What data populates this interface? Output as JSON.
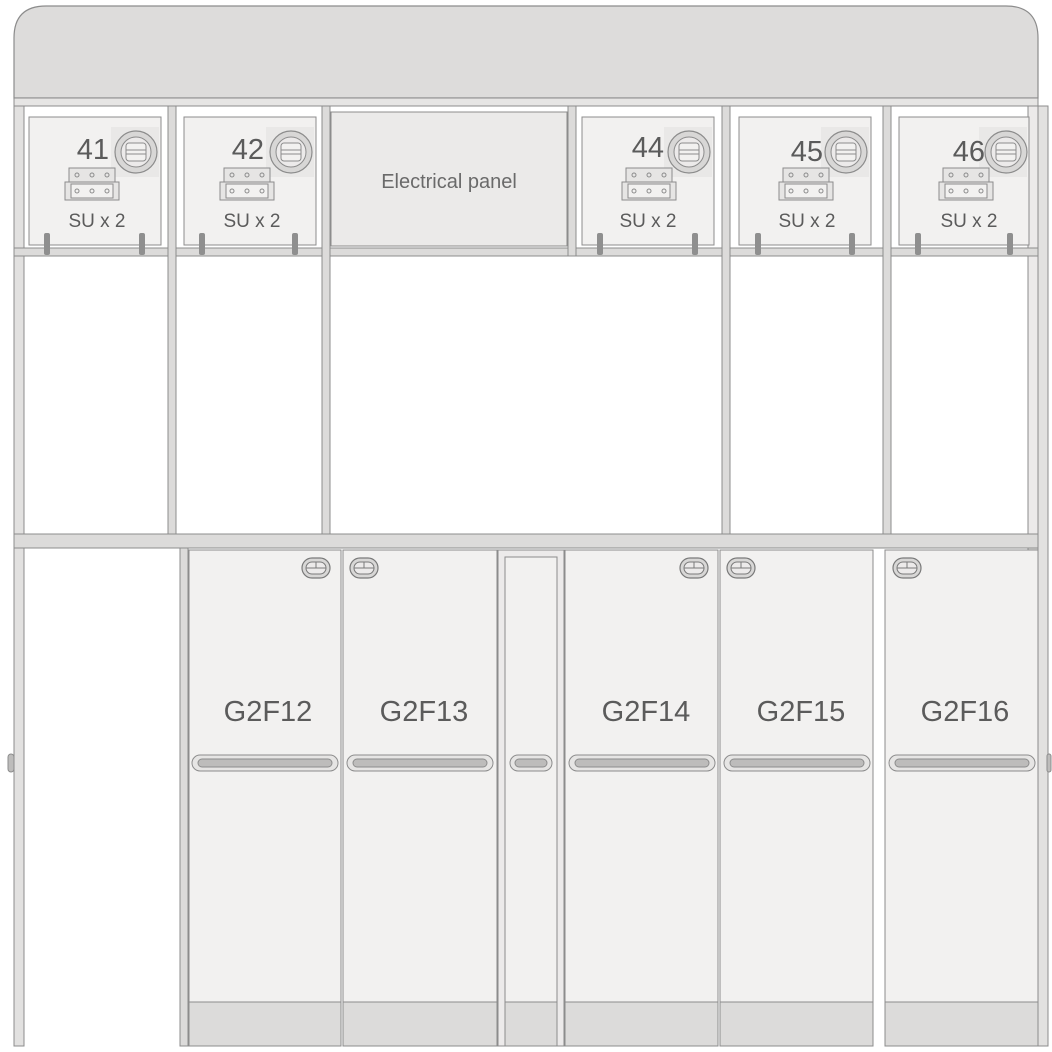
{
  "colors": {
    "panel": "#f2f1f0",
    "frame": "#d9d8d7",
    "stroke": "#8c8c8c",
    "text": "#5b5b5b",
    "handle": "#9a9a9a"
  },
  "stowage_units": [
    {
      "id": "41",
      "number": "41",
      "label": "SU x 2"
    },
    {
      "id": "42",
      "number": "42",
      "label": "SU x 2"
    },
    {
      "id": "44",
      "number": "44",
      "label": "SU x 2"
    },
    {
      "id": "45",
      "number": "45",
      "label": "SU x 2"
    },
    {
      "id": "46",
      "number": "46",
      "label": "SU x 2"
    }
  ],
  "electrical_panel": {
    "label": "Electrical panel"
  },
  "trolley_doors": [
    {
      "id": "G2F12",
      "label": "G2F12"
    },
    {
      "id": "G2F13",
      "label": "G2F13"
    },
    {
      "id": "G2F14",
      "label": "G2F14"
    },
    {
      "id": "G2F15",
      "label": "G2F15"
    },
    {
      "id": "G2F16",
      "label": "G2F16"
    }
  ]
}
